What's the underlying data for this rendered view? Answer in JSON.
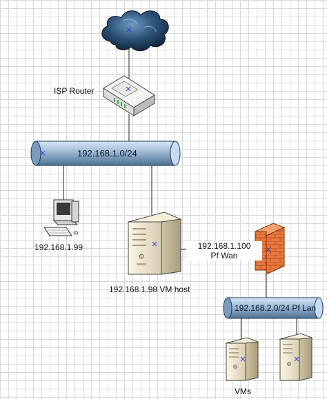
{
  "diagram": {
    "cloud": {
      "label": ""
    },
    "isp_router": {
      "label": "ISP Router"
    },
    "lan_pipe": {
      "label": "192.168.1.0/24"
    },
    "workstation": {
      "label": "192.168.1.99"
    },
    "vm_host": {
      "label": "192.168.1.98 VM host"
    },
    "firewall": {
      "wan_line1": "192.168.1.100",
      "wan_line2": "Pf Wan"
    },
    "pf_lan_pipe": {
      "label": "192.168.2.0/24 Pf Lan"
    },
    "vms": {
      "label": "VMs"
    }
  },
  "colors": {
    "pipe_fill": "#9fbcd8",
    "pipe_dark": "#2a4a6a",
    "cloud": "#1c3552",
    "firewall": "#e8733a",
    "server_body": "#efe7cf"
  },
  "icons": [
    "cloud-icon",
    "router-icon",
    "workstation-icon",
    "server-icon",
    "firewall-icon"
  ]
}
